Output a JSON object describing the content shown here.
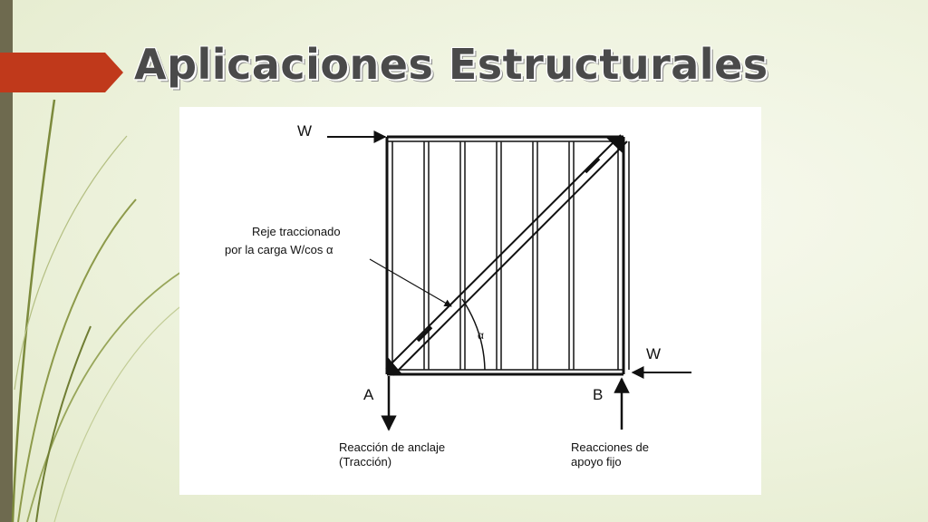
{
  "slide": {
    "title": "Aplicaciones Estructurales",
    "accent_color": "#c0391b",
    "sidebar_color": "#6e6a4f"
  },
  "diagram": {
    "load_top_label": "W",
    "load_right_label": "W",
    "brace_label_line1": "Reje traccionado",
    "brace_label_line2": "por la carga W/cos α",
    "angle_label": "α",
    "node_a_label": "A",
    "node_b_label": "B",
    "reaction_a_line1": "Reacción de anclaje",
    "reaction_a_line2": "(Tracción)",
    "reaction_b_line1": "Reacciones de",
    "reaction_b_line2": "apoyo fijo"
  }
}
